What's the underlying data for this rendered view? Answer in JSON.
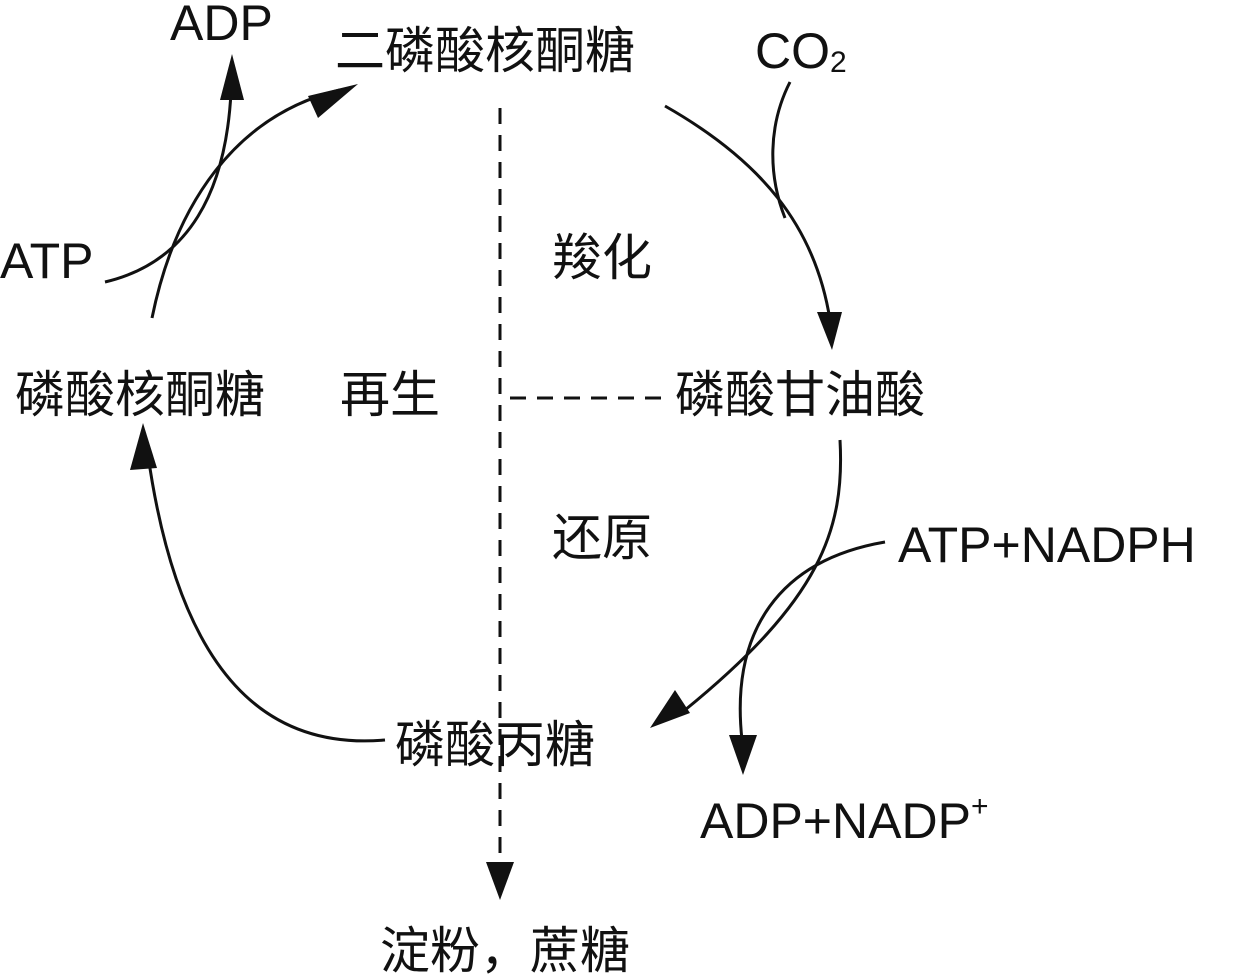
{
  "nodes": {
    "rubp": "二磷酸核酮糖",
    "pga": "磷酸甘油酸",
    "g3p": "磷酸丙糖",
    "ru5p": "磷酸核酮糖",
    "products": "淀粉，蔗糖"
  },
  "stages": {
    "carboxylation": "羧化",
    "reduction": "还原",
    "regeneration": "再生"
  },
  "molecules": {
    "co2_base": "CO",
    "co2_sub": "2",
    "atp_regen": "ATP",
    "adp_regen": "ADP",
    "atp_nadph": "ATP+NADPH",
    "adp_nadp_base": "ADP+NADP",
    "adp_nadp_sup": "+"
  }
}
